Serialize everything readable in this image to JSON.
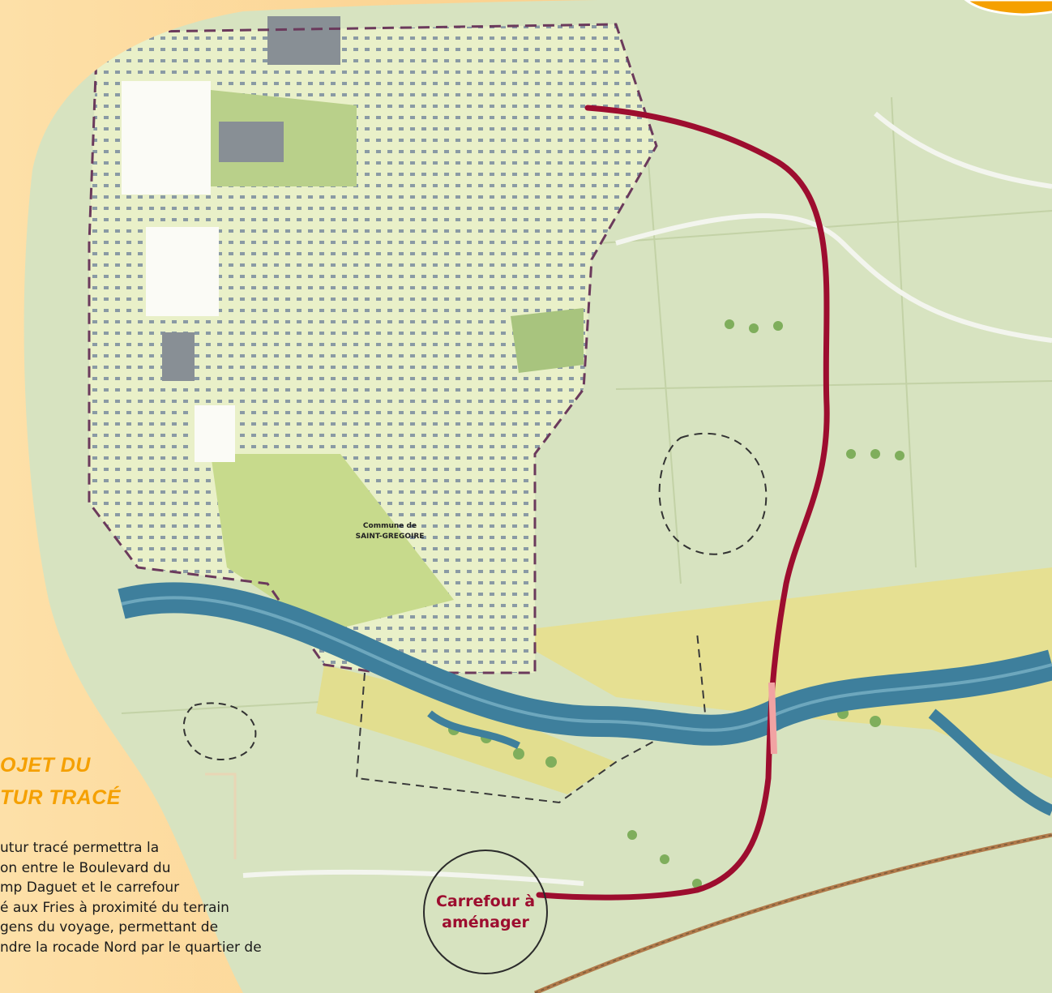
{
  "map_label": {
    "line1": "Commune de",
    "line2": "SAINT-GREGOIRE"
  },
  "callout": {
    "line1": "Carrefour à",
    "line2": "aménager"
  },
  "panel": {
    "heading_line1": "OJET DU",
    "heading_line2": "TUR TRACÉ",
    "description_lines": [
      "utur tracé permettra la",
      "on entre le Boulevard du",
      "mp Daguet et le carrefour",
      "é aux Fries à proximité du terrain",
      "gens du voyage, permettant de",
      "ndre la rocade Nord par le quartier de"
    ]
  },
  "colors": {
    "road_trace": "#9d0d2f",
    "river": "#3e7f9c",
    "background": "#fcd08c",
    "heading": "#f5a000"
  }
}
